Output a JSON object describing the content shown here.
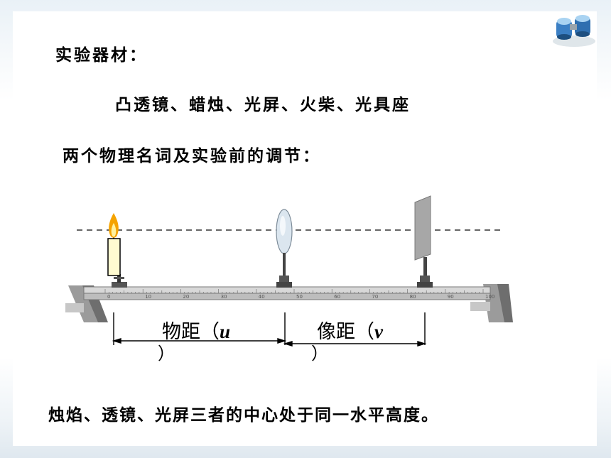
{
  "title": "实验器材：",
  "materials": "凸透镜、蜡烛、光屏、火柴、光具座",
  "subtitle": "两个物理名词及实验前的调节：",
  "labels": {
    "object_distance": "物距（",
    "object_var": "u",
    "image_distance": "像距（",
    "image_var": "v",
    "close_paren": "）"
  },
  "conclusion": "烛焰、透镜、光屏三者的中心处于同一水平高度。",
  "scale_ticks": [
    "0",
    "10",
    "20",
    "30",
    "40",
    "50",
    "60",
    "70",
    "80",
    "90",
    "100"
  ],
  "icons": [
    "binoculars-icon"
  ],
  "colors": {
    "flame": "#f5a300",
    "candle": "#fffbd0",
    "bench": "#8a8a8a",
    "dashed_line": "#333333"
  }
}
